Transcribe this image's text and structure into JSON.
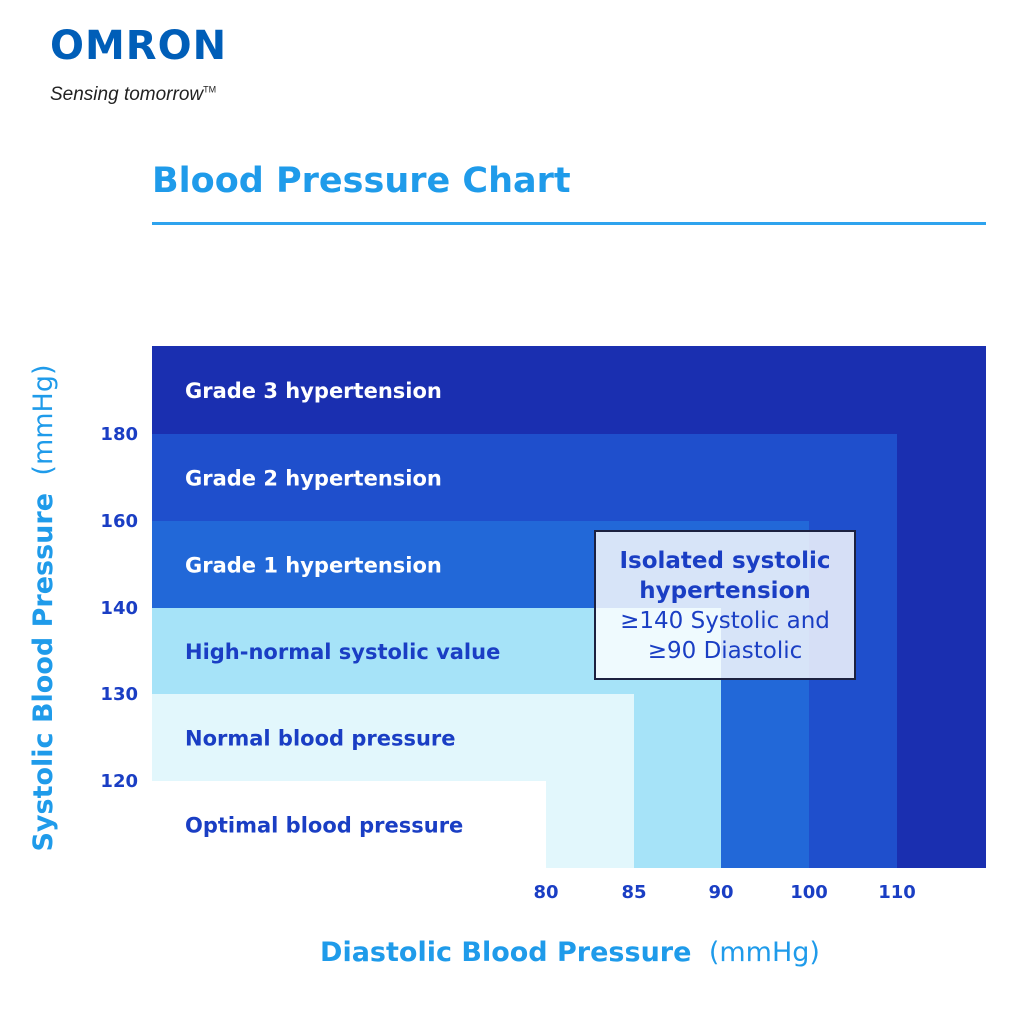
{
  "brand": {
    "name": "OMRON",
    "tagline": "Sensing tomorrow",
    "trademark": "TM",
    "color": "#005EB8"
  },
  "chart_data": {
    "type": "heatmap",
    "title": "Blood Pressure Chart",
    "ylabel": {
      "main": "Systolic Blood Pressure",
      "unit": "(mmHg)"
    },
    "xlabel": {
      "main": "Diastolic Blood Pressure",
      "unit": "(mmHg)"
    },
    "y_ticks": [
      120,
      130,
      140,
      160,
      180
    ],
    "x_ticks": [
      80,
      85,
      90,
      100,
      110
    ],
    "bands": [
      {
        "label": "Grade 3 hypertension",
        "systolic_min": 180,
        "diastolic_min": 110,
        "color": "#1a2fb0",
        "label_color": "#ffffff"
      },
      {
        "label": "Grade 2 hypertension",
        "systolic_min": 160,
        "diastolic_min": 100,
        "color": "#1f4fcc",
        "label_color": "#ffffff"
      },
      {
        "label": "Grade 1 hypertension",
        "systolic_min": 140,
        "diastolic_min": 90,
        "color": "#2268d8",
        "label_color": "#ffffff"
      },
      {
        "label": "High-normal systolic value",
        "systolic_min": 130,
        "diastolic_min": 85,
        "color": "#a6e3f8",
        "label_color": "#1a3ec4"
      },
      {
        "label": "Normal blood pressure",
        "systolic_min": 120,
        "diastolic_min": 80,
        "color": "#e2f7fc",
        "label_color": "#1a3ec4"
      },
      {
        "label": "Optimal blood pressure",
        "systolic_min": null,
        "diastolic_min": null,
        "color": "#ffffff",
        "label_color": "#1a3ec4"
      }
    ],
    "callout": {
      "title": [
        "Isolated systolic",
        "hypertension"
      ],
      "text": [
        "≥140 Systolic and",
        "≥90 Diastolic"
      ]
    },
    "axis_color": "#1f9bea",
    "tick_color": "#1a3ec4"
  }
}
